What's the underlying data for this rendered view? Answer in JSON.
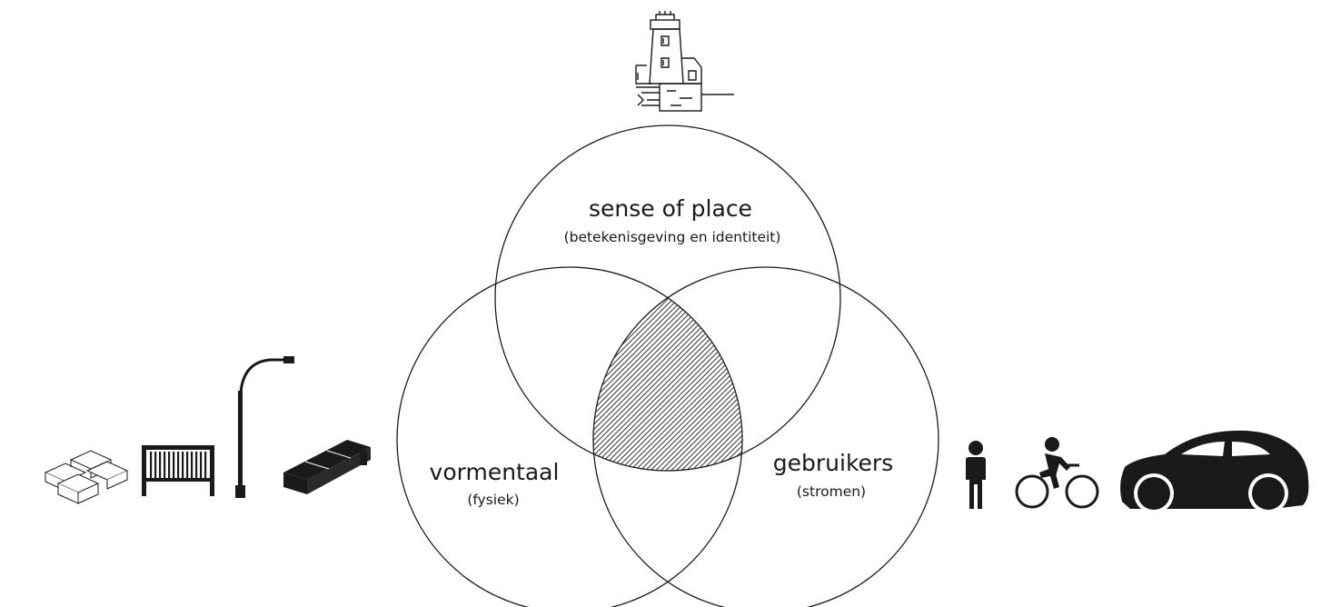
{
  "diagram": {
    "type": "venn",
    "sets": [
      {
        "id": "top",
        "title": "sense of place",
        "subtitle": "(betekenisgeving en identiteit)"
      },
      {
        "id": "left",
        "title": "vormentaal",
        "subtitle": "(fysiek)"
      },
      {
        "id": "right",
        "title": "gebruikers",
        "subtitle": "(stromen)"
      }
    ],
    "intersection": {
      "fill": "hatched"
    }
  },
  "icons": {
    "top": [
      "lighthouse-icon"
    ],
    "left": [
      "paving-stones-icon",
      "railing-icon",
      "street-lamp-icon",
      "bench-icon"
    ],
    "right": [
      "pedestrian-icon",
      "cyclist-icon",
      "car-icon"
    ]
  },
  "colors": {
    "stroke": "#1a1a1a",
    "fill": "#000000",
    "background": "#ffffff"
  }
}
